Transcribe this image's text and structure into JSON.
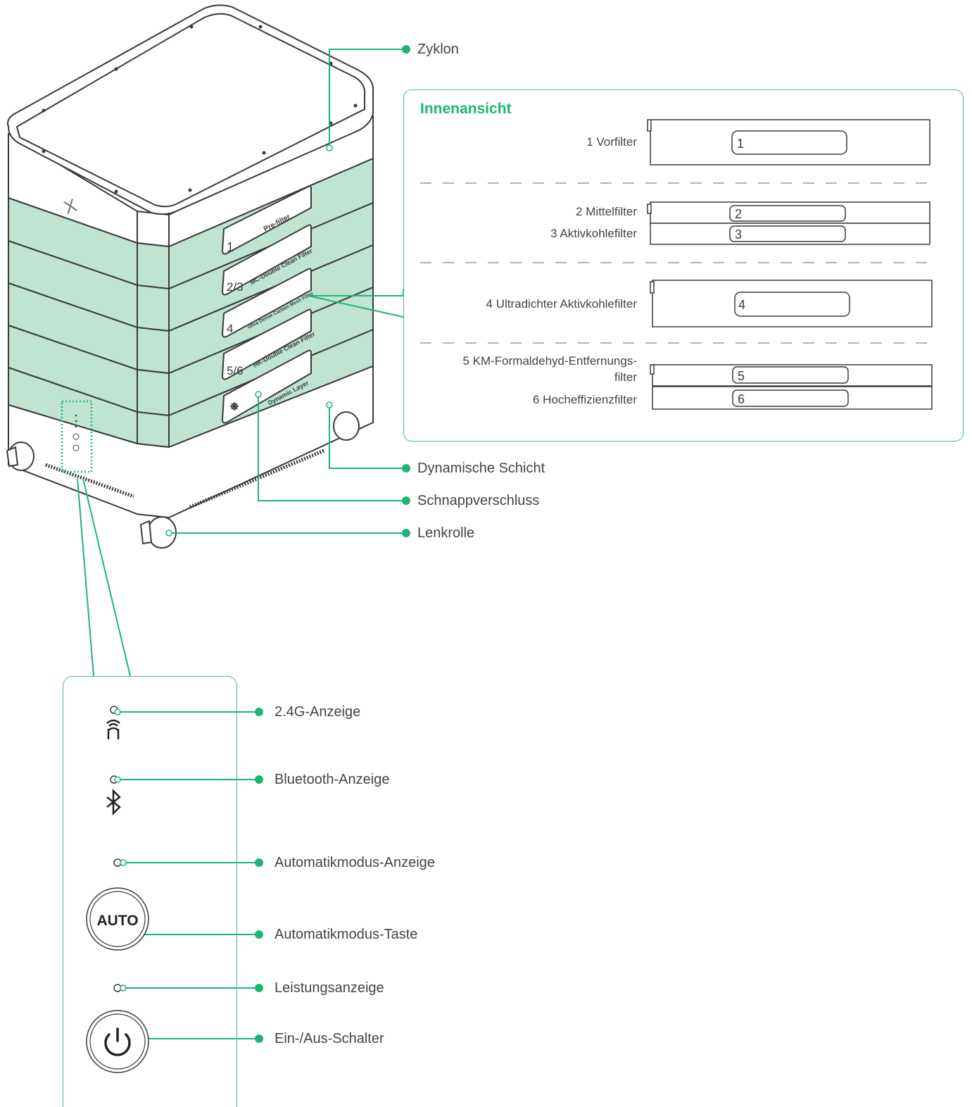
{
  "colors": {
    "accent": "#1db574",
    "layer_fill": "#bfe4d2",
    "outline": "#3a3a3a"
  },
  "callouts": {
    "cyclone": "Zyklon",
    "dynamic_layer": "Dynamische Schicht",
    "snap_lock": "Schnappverschluss",
    "caster": "Lenkrolle"
  },
  "inner_view": {
    "title": "Innenansicht",
    "filters": [
      {
        "label": "1 Vorfilter",
        "number": "1"
      },
      {
        "label": "2 Mittelfilter",
        "number": "2"
      },
      {
        "label": "3 Aktivkohlefilter",
        "number": "3"
      },
      {
        "label": "4 Ultradichter Aktivkohlefilter",
        "number": "4"
      },
      {
        "label_line1": "5 KM-Formaldehyd-Entfernungs-",
        "label_line2": "filter",
        "number": "5"
      },
      {
        "label": "6 Hocheffizienzfilter",
        "number": "6"
      }
    ]
  },
  "device_labels": {
    "logo": "X",
    "tabs": [
      {
        "number": "1",
        "name": "Pre-filter"
      },
      {
        "number": "2/3",
        "name": "MC-Double Clean Filter"
      },
      {
        "number": "4",
        "name": "Ultra Dense Carbon Mesh Filter"
      },
      {
        "number": "5/6",
        "name": "HK-Double Clean Filter"
      },
      {
        "number": "",
        "name": "Dynamic Layer"
      }
    ]
  },
  "control_panel": {
    "items": [
      {
        "label": "2.4G-Anzeige",
        "icon": "remote-2-4g-icon"
      },
      {
        "label": "Bluetooth-Anzeige",
        "icon": "bluetooth-icon"
      },
      {
        "label": "Automatikmodus-Anzeige",
        "icon": "indicator-led-icon"
      },
      {
        "label": "Automatikmodus-Taste",
        "button_text": "AUTO"
      },
      {
        "label": "Leistungsanzeige",
        "icon": "indicator-led-icon"
      },
      {
        "label": "Ein-/Aus-Schalter",
        "icon": "power-icon"
      }
    ]
  }
}
